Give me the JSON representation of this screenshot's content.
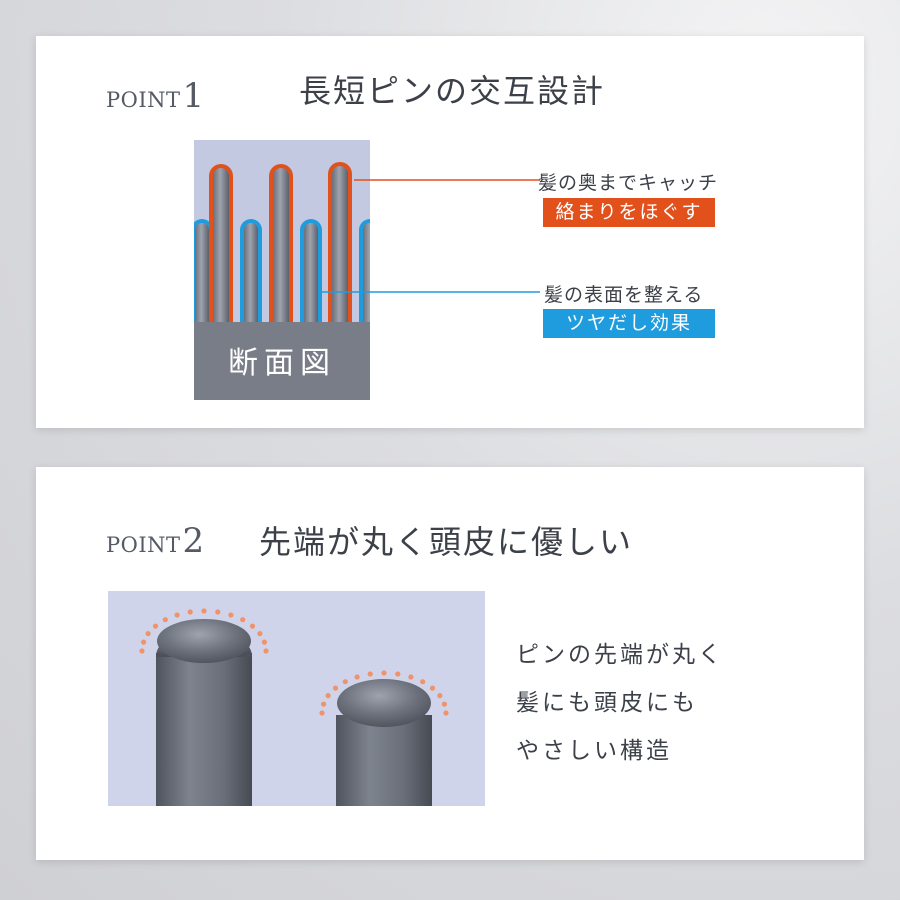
{
  "point1": {
    "label_word": "POINT",
    "label_number": "1",
    "heading": "長短ピンの交互設計",
    "diagram_label": "断面図",
    "callout_long": {
      "text": "髪の奥までキャッチ",
      "badge": "絡まりをほぐす",
      "color": "#e2511c"
    },
    "callout_short": {
      "text": "髪の表面を整える",
      "badge": "ツヤだし効果",
      "color": "#1f9cde"
    }
  },
  "point2": {
    "label_word": "POINT",
    "label_number": "2",
    "heading": "先端が丸く頭皮に優しい",
    "description": [
      "ピンの先端が丸く",
      "髪にも頭皮にも",
      "やさしい構造"
    ]
  }
}
